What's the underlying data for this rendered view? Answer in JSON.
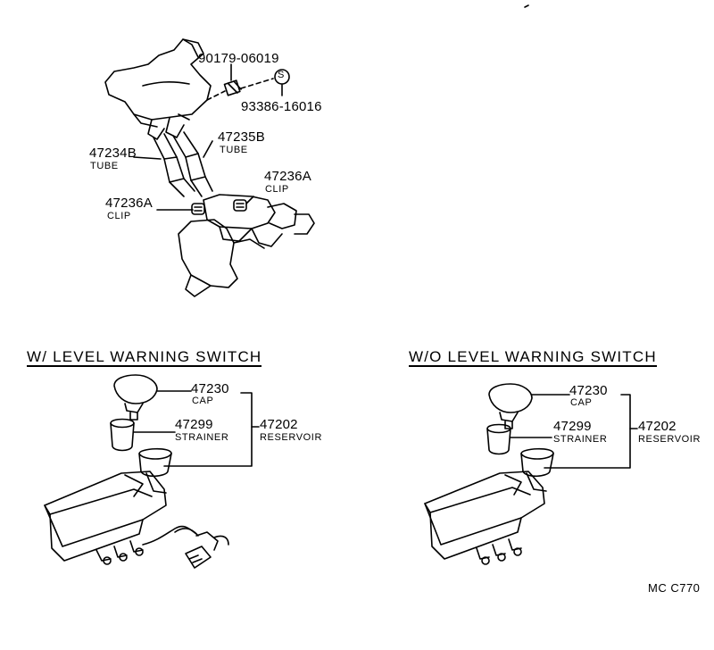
{
  "upper": {
    "bolt_part": "90179-06019",
    "s_symbol": "S",
    "s_part": "93386-16016",
    "tube_b_number": "47235B",
    "tube_b_name": "TUBE",
    "tube_a_number": "47234B",
    "tube_a_name": "TUBE",
    "clip_right_number": "47236A",
    "clip_right_name": "CLIP",
    "clip_left_number": "47236A",
    "clip_left_name": "CLIP"
  },
  "left_panel": {
    "header": "W/ LEVEL  WARNING  SWITCH",
    "cap_number": "47230",
    "cap_name": "CAP",
    "strainer_number": "47299",
    "strainer_name": "STRAINER",
    "reservoir_number": "47202",
    "reservoir_name": "RESERVOIR"
  },
  "right_panel": {
    "header": "W/O  LEVEL  WARNING  SWITCH",
    "cap_number": "47230",
    "cap_name": "CAP",
    "strainer_number": "47299",
    "strainer_name": "STRAINER",
    "reservoir_number": "47202",
    "reservoir_name": "RESERVOIR"
  },
  "diagram_code": "MC  C770"
}
